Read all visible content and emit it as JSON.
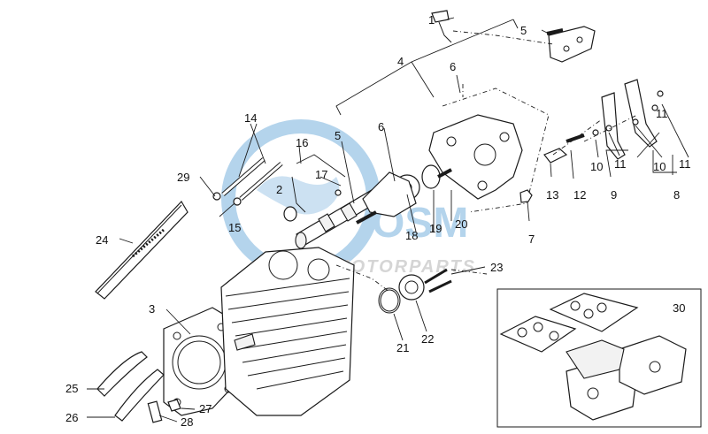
{
  "colors": {
    "watermark_blue": "#9cc6e6",
    "watermark_gray": "#c7c7c7",
    "line": "#1a1a1a"
  },
  "watermark": {
    "brand": "OSM",
    "sub": "MOTORPARTS"
  },
  "callouts": {
    "c1": "1",
    "c2": "2",
    "c3": "3",
    "c4": "4",
    "c5a": "5",
    "c5b": "5",
    "c6a": "6",
    "c6b": "6",
    "c7": "7",
    "c8": "8",
    "c9": "9",
    "c10a": "10",
    "c10b": "10",
    "c11a": "11",
    "c11b": "11",
    "c11c": "11",
    "c12": "12",
    "c13": "13",
    "c14": "14",
    "c15": "15",
    "c16": "16",
    "c17": "17",
    "c18": "18",
    "c19": "19",
    "c20": "20",
    "c21": "21",
    "c22": "22",
    "c23": "23",
    "c24": "24",
    "c25": "25",
    "c26": "26",
    "c27": "27",
    "c28": "28",
    "c29": "29",
    "c30": "30"
  }
}
